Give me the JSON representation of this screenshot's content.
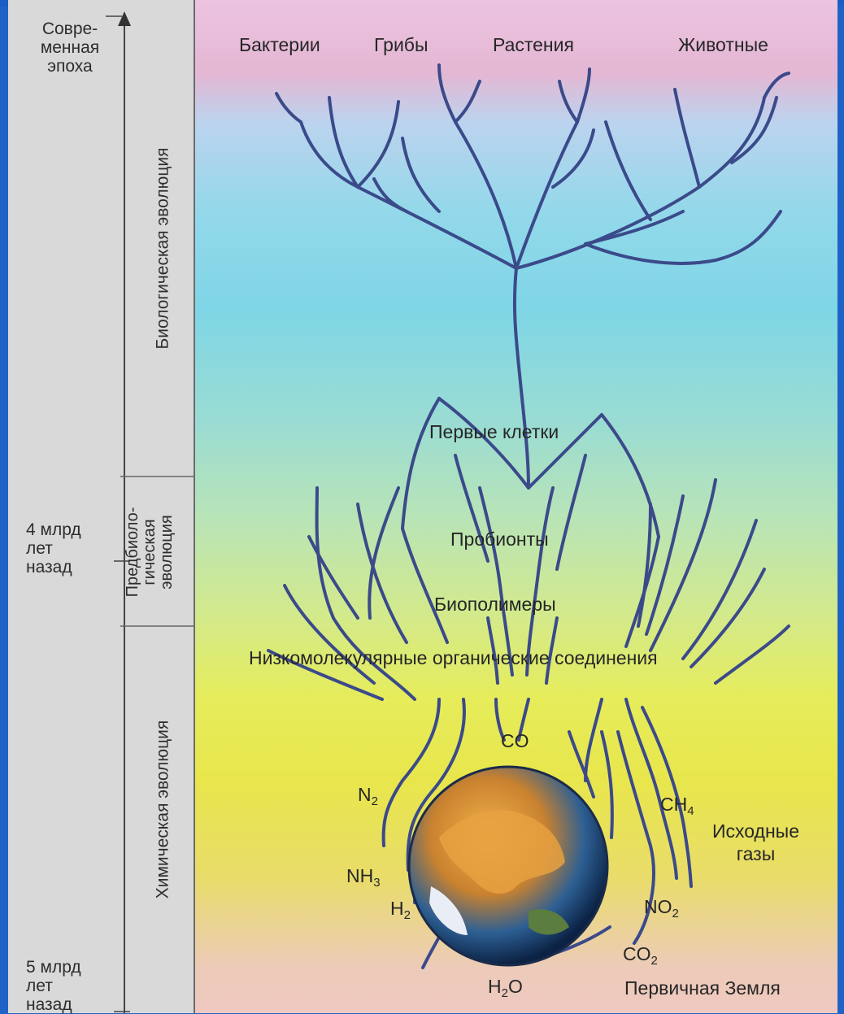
{
  "timeline": {
    "top_label": "Совре-\nменная\nэпоха",
    "mid_label": "4 млрд\nлет\nназад",
    "bottom_label": "5 млрд\nлет\nназад",
    "stages": [
      {
        "label": "Биологическая эволюция"
      },
      {
        "label": "Предбиоло-\nгическая\nэволюция"
      },
      {
        "label": "Химическая эволюция"
      }
    ]
  },
  "groups": [
    "Бактерии",
    "Грибы",
    "Растения",
    "Животные"
  ],
  "levels": {
    "first_cells": "Первые клетки",
    "probionts": "Пробионты",
    "biopolymers": "Биополимеры",
    "low_molecular": "Низкомолекулярные органические соединения"
  },
  "gases": {
    "co": "CO",
    "n2": "N",
    "n2_sub": "2",
    "nh3": "NH",
    "nh3_sub": "3",
    "h2": "H",
    "h2_sub": "2",
    "h2o_h": "H",
    "h2o_sub": "2",
    "h2o_o": "O",
    "ch4": "CH",
    "ch4_sub": "4",
    "no2": "NO",
    "no2_sub": "2",
    "co2": "CO",
    "co2_sub": "2",
    "source_gases": "Исходные\nгазы",
    "primary_earth": "Первичная Земля"
  },
  "colors": {
    "line": "#3b4a8a",
    "timeline_bg": "#d9d9d9",
    "frame": "#1f63c6"
  }
}
